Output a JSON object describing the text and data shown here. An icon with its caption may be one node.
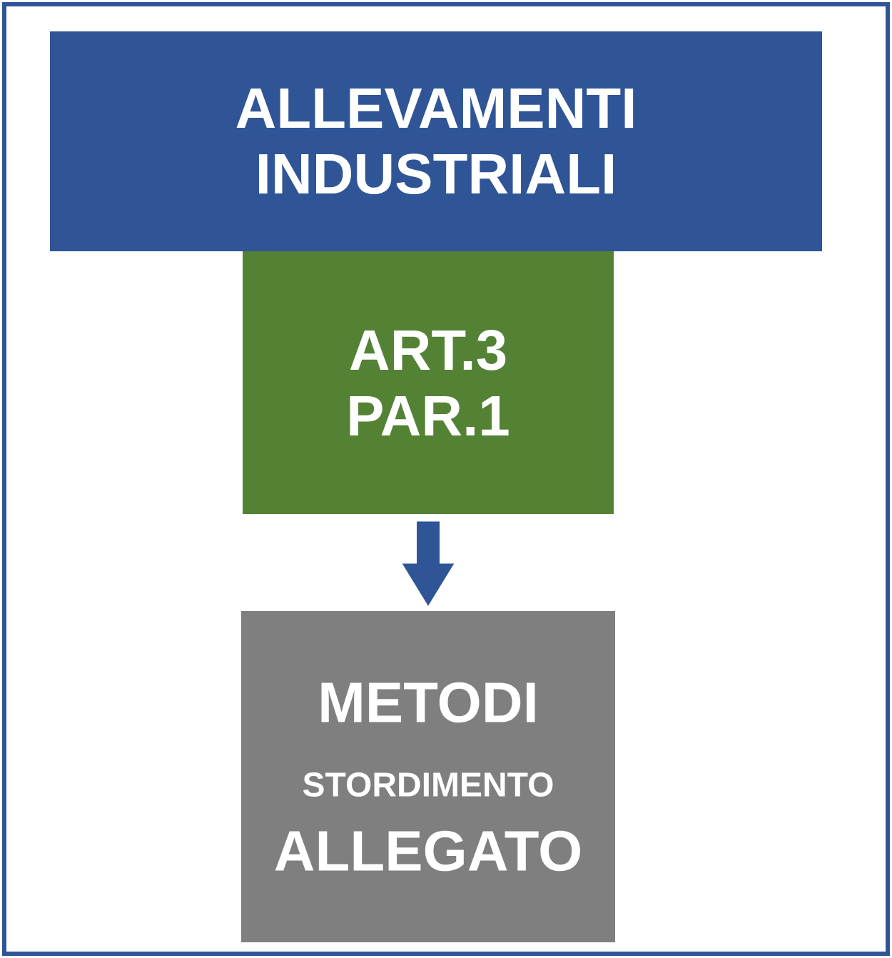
{
  "diagram": {
    "nodes": [
      {
        "text": [
          "ALLEVAMENTI INDUSTRIALI"
        ]
      },
      {
        "text": [
          "ART.3 PAR.1"
        ]
      },
      {
        "text": [
          "METODI",
          "STORDIMENTO",
          "ALLEGATO"
        ]
      }
    ],
    "edges": [
      {
        "from": 1,
        "to": 2,
        "arrow": "to"
      }
    ]
  }
}
